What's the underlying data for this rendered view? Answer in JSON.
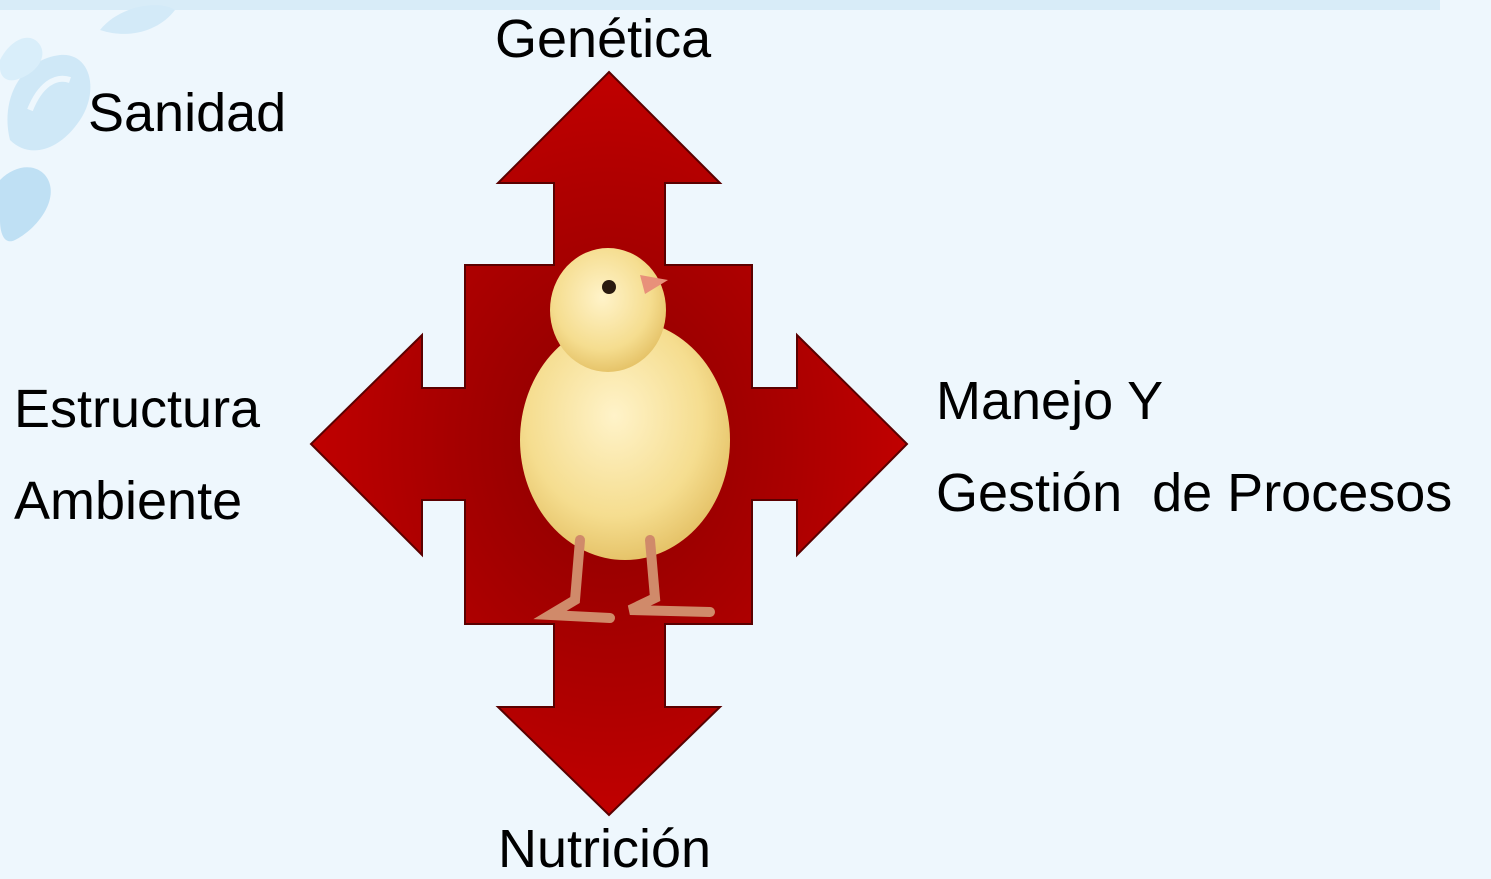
{
  "diagram": {
    "labels": {
      "top": "Genética",
      "top_left": "Sanidad",
      "left_line1": "Estructura",
      "left_line2": "Ambiente",
      "right_line1": "Manejo Y",
      "right_line2": "Gestión  de Procesos",
      "bottom": "Nutrición"
    },
    "colors": {
      "arrow_dark": "#9c0000",
      "arrow_light": "#c20000",
      "background": "#eef7fd",
      "decoration": "#b7dcf2"
    },
    "center_image": "chick-icon",
    "arrow_icon": "four-way-arrow-icon"
  }
}
